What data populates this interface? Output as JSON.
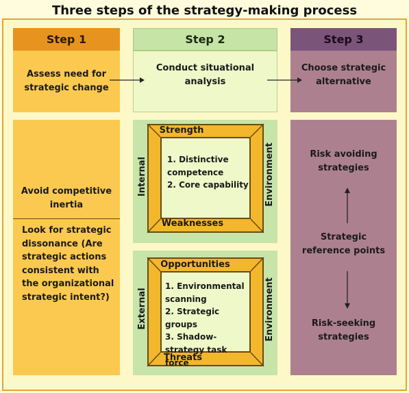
{
  "title": "Three steps of the strategy-making process",
  "step1": {
    "header": "Step 1",
    "top": "Assess need for strategic change",
    "mid": "Avoid competitive inertia",
    "bottom": "Look for strategic dissonance (Are strategic actions consistent with the organizational strategic intent?)"
  },
  "step2": {
    "header": "Step 2",
    "top": "Conduct situational analysis",
    "internal": {
      "side_label": "Internal",
      "right_label": "Environment",
      "top_label": "Strength",
      "bottom_label": "Weaknesses",
      "items": [
        "1. Distinctive competence",
        "2. Core capability"
      ]
    },
    "external": {
      "side_label": "External",
      "right_label": "Environment",
      "top_label": "Opportunities",
      "bottom_label": "Threats",
      "items": [
        "1. Environmental scanning",
        "2. Strategic groups",
        "3. Shadow-strategy task force"
      ]
    }
  },
  "step3": {
    "header": "Step 3",
    "top": "Choose strategic alternative",
    "risk_avoiding": "Risk avoiding strategies",
    "reference": "Strategic reference points",
    "risk_seeking": "Risk-seeking strategies"
  },
  "colors": {
    "step1": "#fbc94f",
    "step1_header": "#e6941f",
    "step2": "#eef8c8",
    "step2_header": "#c6e4a6",
    "step3": "#ad8090",
    "step3_header": "#7b5479"
  }
}
